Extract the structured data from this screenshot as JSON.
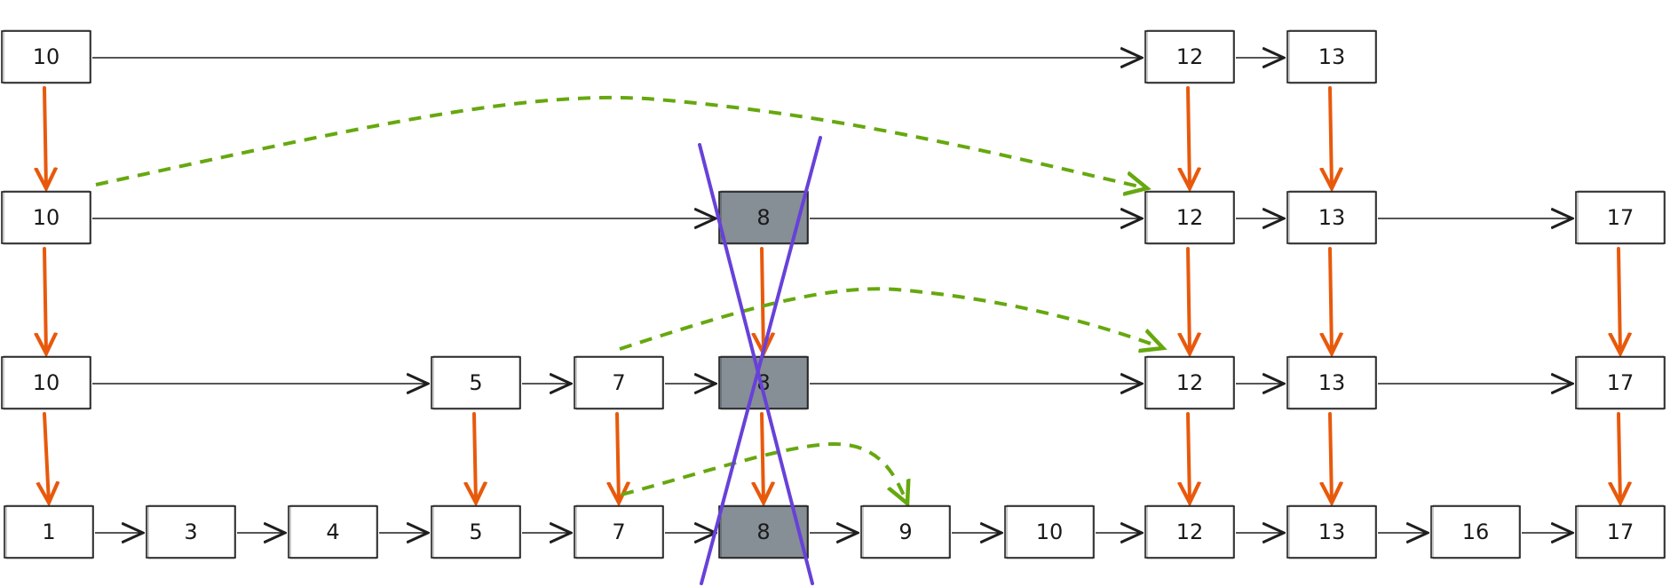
{
  "colors": {
    "node_stroke": "#1e1e1e",
    "node_fill": "#ffffff",
    "deleted_fill": "#868e96",
    "link": "#1e1e1e",
    "down_arrow": "#e8590c",
    "new_link": "#66a80f",
    "strike": "#6741d9"
  },
  "levels": [
    {
      "nodes": [
        {
          "label": "10",
          "deleted": false
        },
        {
          "label": "12",
          "deleted": false
        },
        {
          "label": "13",
          "deleted": false
        }
      ]
    },
    {
      "nodes": [
        {
          "label": "10",
          "deleted": false
        },
        {
          "label": "8",
          "deleted": true
        },
        {
          "label": "12",
          "deleted": false
        },
        {
          "label": "13",
          "deleted": false
        },
        {
          "label": "17",
          "deleted": false
        }
      ]
    },
    {
      "nodes": [
        {
          "label": "10",
          "deleted": false
        },
        {
          "label": "5",
          "deleted": false
        },
        {
          "label": "7",
          "deleted": false
        },
        {
          "label": "8",
          "deleted": true
        },
        {
          "label": "12",
          "deleted": false
        },
        {
          "label": "13",
          "deleted": false
        },
        {
          "label": "17",
          "deleted": false
        }
      ]
    },
    {
      "nodes": [
        {
          "label": "1",
          "deleted": false
        },
        {
          "label": "3",
          "deleted": false
        },
        {
          "label": "4",
          "deleted": false
        },
        {
          "label": "5",
          "deleted": false
        },
        {
          "label": "7",
          "deleted": false
        },
        {
          "label": "8",
          "deleted": true
        },
        {
          "label": "9",
          "deleted": false
        },
        {
          "label": "10",
          "deleted": false
        },
        {
          "label": "12",
          "deleted": false
        },
        {
          "label": "13",
          "deleted": false
        },
        {
          "label": "16",
          "deleted": false
        },
        {
          "label": "17",
          "deleted": false
        }
      ]
    }
  ]
}
